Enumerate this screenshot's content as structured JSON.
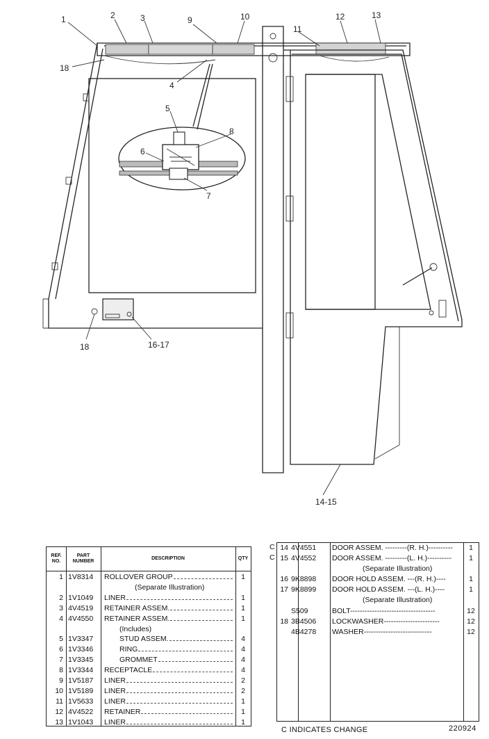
{
  "callouts": [
    "1",
    "2",
    "3",
    "9",
    "10",
    "11",
    "12",
    "13",
    "18",
    "4",
    "5",
    "8",
    "6",
    "7",
    "18",
    "16-17",
    "14-15"
  ],
  "left_table": {
    "headers": {
      "ref": "REF. NO.",
      "part": "PART NUMBER",
      "desc": "DESCRIPTION",
      "qty": "QTY"
    },
    "rows": [
      {
        "ref": "1",
        "part": "1V8314",
        "desc": "ROLLOVER GROUP",
        "qty": "1",
        "lead": true
      },
      {
        "ref": "",
        "part": "",
        "desc": "(Separate Illustration)",
        "qty": "",
        "indent": 2
      },
      {
        "ref": "2",
        "part": "1V1049",
        "desc": "LINER",
        "qty": "1",
        "lead": true
      },
      {
        "ref": "3",
        "part": "4V4519",
        "desc": "RETAINER ASSEM.",
        "qty": "1",
        "lead": true
      },
      {
        "ref": "4",
        "part": "4V4550",
        "desc": "RETAINER ASSEM.",
        "qty": "1",
        "lead": true
      },
      {
        "ref": "",
        "part": "",
        "desc": "(Includes)",
        "qty": "",
        "indent": 1
      },
      {
        "ref": "5",
        "part": "1V3347",
        "desc": "STUD ASSEM.",
        "qty": "4",
        "lead": true,
        "indent": 1
      },
      {
        "ref": "6",
        "part": "1V3346",
        "desc": "RING",
        "qty": "4",
        "lead": true,
        "indent": 1
      },
      {
        "ref": "7",
        "part": "1V3345",
        "desc": "GROMMET",
        "qty": "4",
        "lead": true,
        "indent": 1
      },
      {
        "ref": "8",
        "part": "1V3344",
        "desc": "RECEPTACLE",
        "qty": "4",
        "lead": true
      },
      {
        "ref": "9",
        "part": "1V5187",
        "desc": "LINER",
        "qty": "2",
        "lead": true
      },
      {
        "ref": "10",
        "part": "1V5189",
        "desc": "LINER",
        "qty": "2",
        "lead": true
      },
      {
        "ref": "11",
        "part": "1V5633",
        "desc": "LINER",
        "qty": "1",
        "lead": true
      },
      {
        "ref": "12",
        "part": "4V4522",
        "desc": "RETAINER",
        "qty": "1",
        "lead": true
      },
      {
        "ref": "13",
        "part": "1V1043",
        "desc": "LINER",
        "qty": "1",
        "lead": true
      }
    ]
  },
  "right_table": {
    "rows": [
      {
        "change": "C",
        "ref": "14",
        "part": "4V4551",
        "desc": "DOOR ASSEM. ---------(R. H.)----------",
        "qty": "1"
      },
      {
        "change": "C",
        "ref": "15",
        "part": "4V4552",
        "desc": "DOOR ASSEM. ---------(L. H.)----------",
        "qty": "1"
      },
      {
        "change": "",
        "ref": "",
        "part": "",
        "desc": "(Separate Illustration)",
        "qty": "",
        "indent": 2
      },
      {
        "change": "",
        "ref": "16",
        "part": "9K8898",
        "desc": "DOOR HOLD ASSEM. ---(R. H.)----",
        "qty": "1"
      },
      {
        "change": "",
        "ref": "17",
        "part": "9K8899",
        "desc": "DOOR HOLD ASSEM. ---(L. H.)----",
        "qty": "1"
      },
      {
        "change": "",
        "ref": "",
        "part": "",
        "desc": "(Separate Illustration)",
        "qty": "",
        "indent": 2
      },
      {
        "change": "",
        "ref": "",
        "part": "S509",
        "desc": "BOLT-----------------------------------",
        "qty": "12"
      },
      {
        "change": "",
        "ref": "18",
        "part": "3B4506",
        "desc": "LOCKWASHER-----------------------",
        "qty": "12"
      },
      {
        "change": "",
        "ref": "",
        "part": "4B4278",
        "desc": "WASHER----------------------------",
        "qty": "12"
      }
    ]
  },
  "footer": {
    "note": "C  INDICATES CHANGE",
    "code": "220924"
  }
}
